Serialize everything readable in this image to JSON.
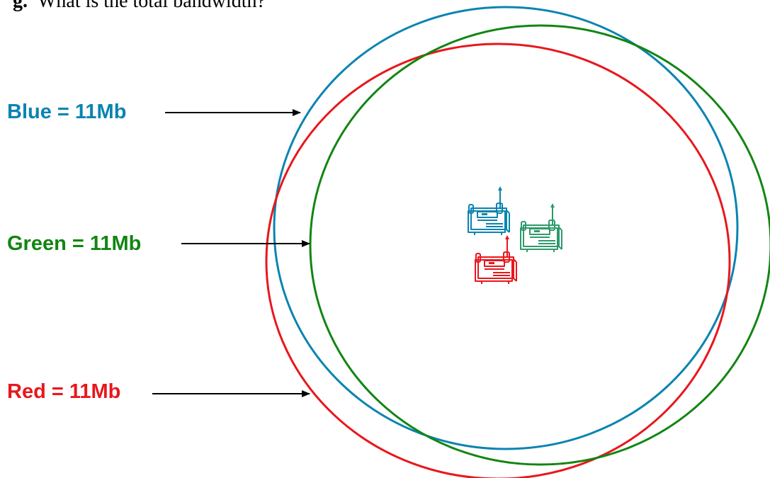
{
  "question": {
    "number": "g.",
    "text": "What is the total bandwidth?"
  },
  "legend": [
    {
      "key": "blue",
      "label": "Blue = 11Mb",
      "color": "#0a84b0"
    },
    {
      "key": "green",
      "label": "Green = 11Mb",
      "color": "#128512"
    },
    {
      "key": "red",
      "label": "Red = 11Mb",
      "color": "#e8171c"
    }
  ],
  "access_points": [
    {
      "key": "blue",
      "color": "#0a84b0",
      "icon": "wireless-access-point-icon"
    },
    {
      "key": "green",
      "color": "#2e9a6a",
      "icon": "wireless-access-point-icon"
    },
    {
      "key": "red",
      "color": "#e8171c",
      "icon": "wireless-access-point-icon"
    }
  ]
}
